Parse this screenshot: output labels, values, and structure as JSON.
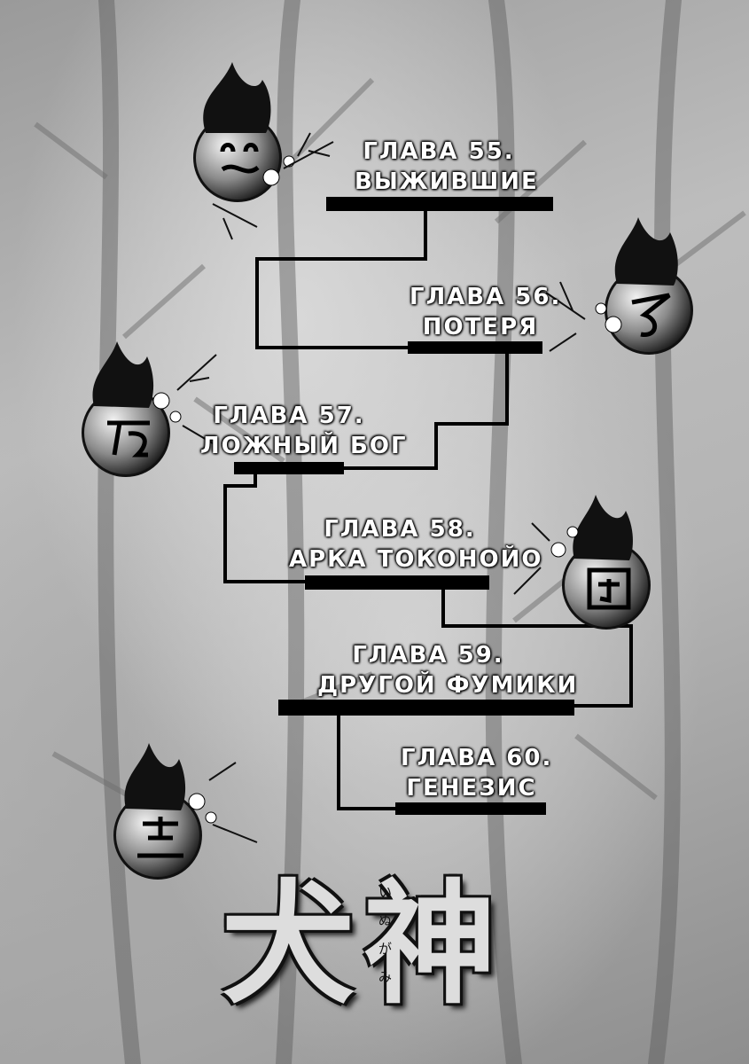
{
  "chapters": [
    {
      "number": "ГЛАВА 55.",
      "name": "ВЫЖИВШИЕ"
    },
    {
      "number": "ГЛАВА 56.",
      "name": "ПОТЕРЯ"
    },
    {
      "number": "ГЛАВА 57.",
      "name": "ЛОЖНЫЙ БОГ"
    },
    {
      "number": "ГЛАВА 58.",
      "name": "АРКА ТОКОНОЙО"
    },
    {
      "number": "ГЛАВА 59.",
      "name": "ДРУГОЙ ФУМИКИ"
    },
    {
      "number": "ГЛАВА 60.",
      "name": "ГЕНЕЗИС"
    }
  ],
  "title": {
    "kanji": "犬神",
    "furigana": "いぬがみ"
  },
  "icons": [
    "flame-orb-icon",
    "leaf-sprig-icon"
  ],
  "colors": {
    "line": "#000000",
    "text": "#ffffff",
    "orb_dark": "#141414"
  }
}
